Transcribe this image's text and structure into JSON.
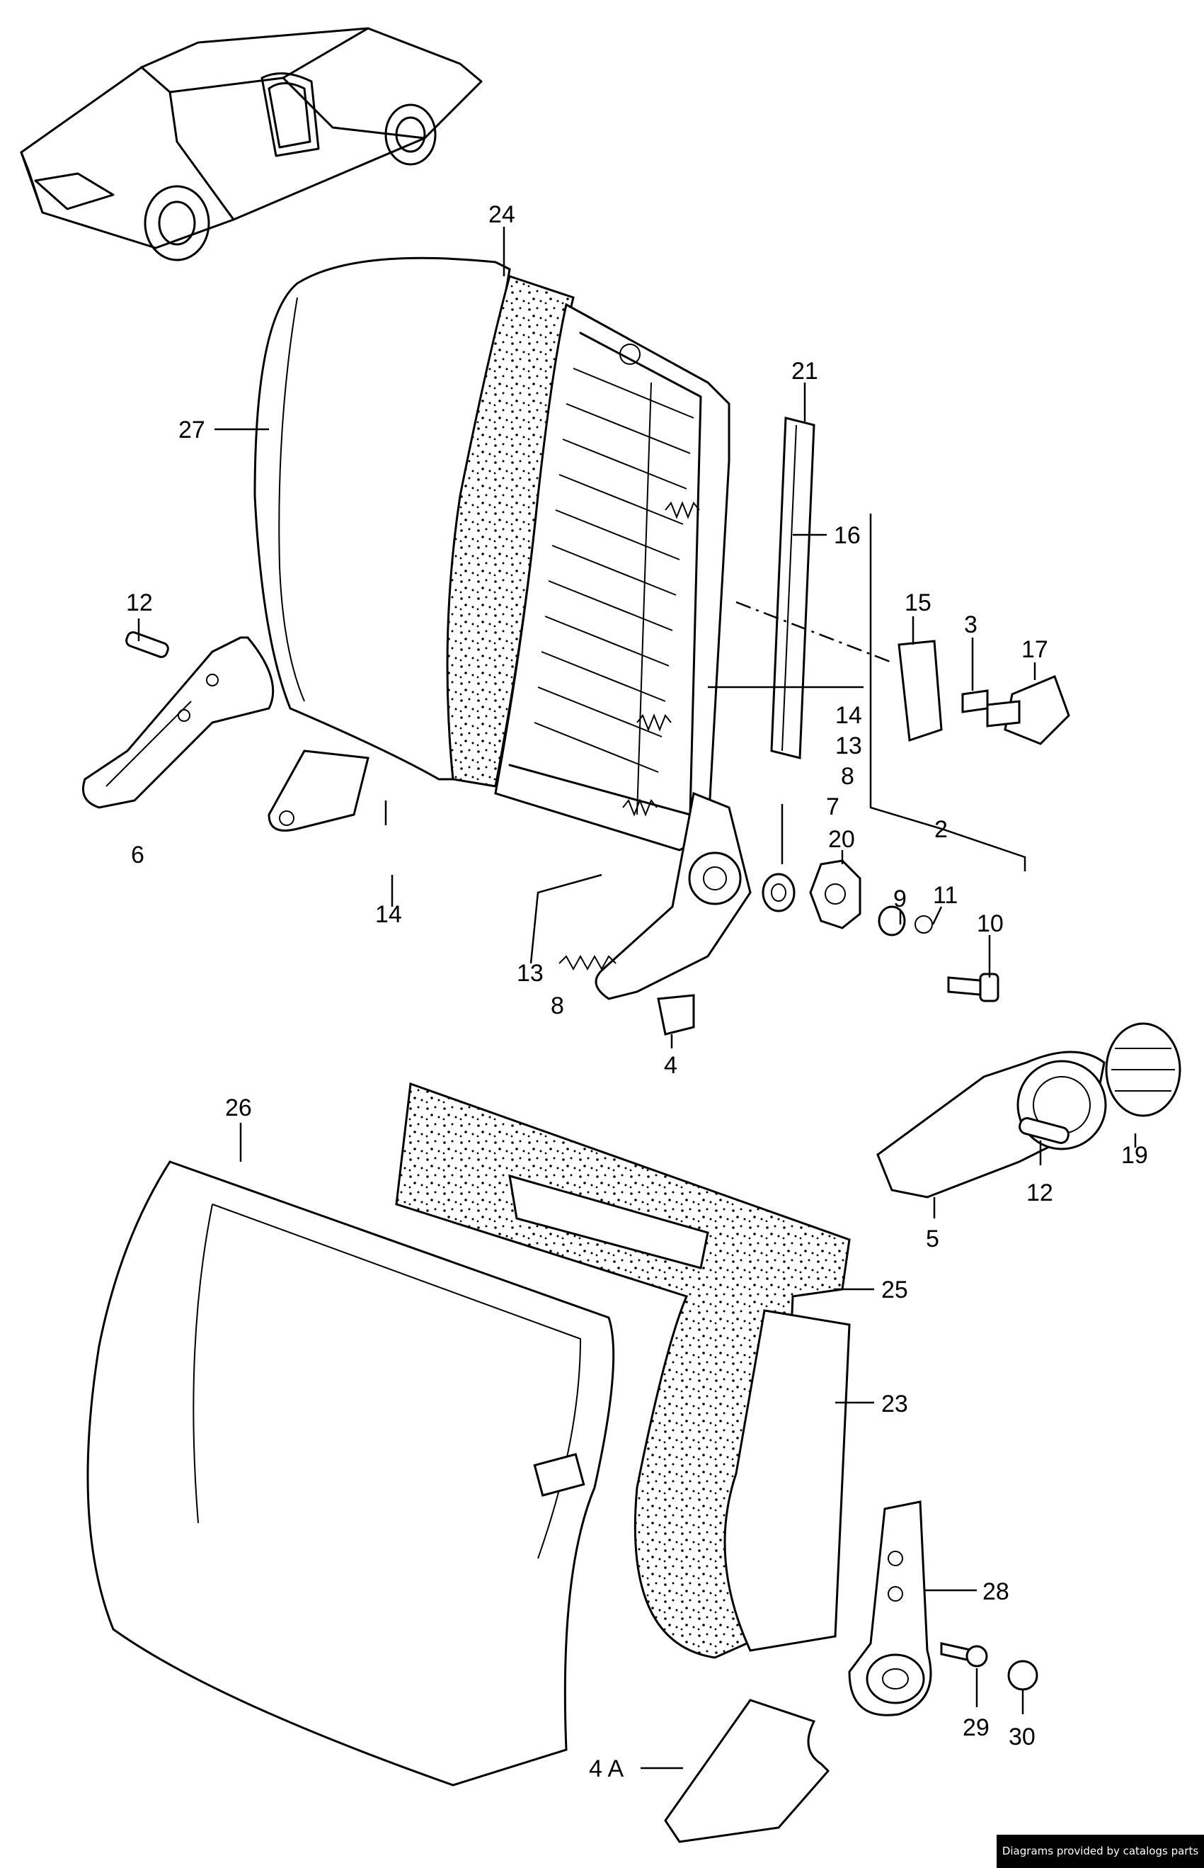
{
  "callouts": [
    "24",
    "21",
    "27",
    "16",
    "12",
    "15",
    "3",
    "17",
    "14",
    "13",
    "8",
    "6",
    "7",
    "2",
    "20",
    "9",
    "11",
    "10",
    "14",
    "13",
    "8",
    "4",
    "26",
    "19",
    "12",
    "5",
    "25",
    "23",
    "28",
    "29",
    "30",
    "4 A"
  ],
  "footer_credit": "Diagrams provided by catalogs parts"
}
